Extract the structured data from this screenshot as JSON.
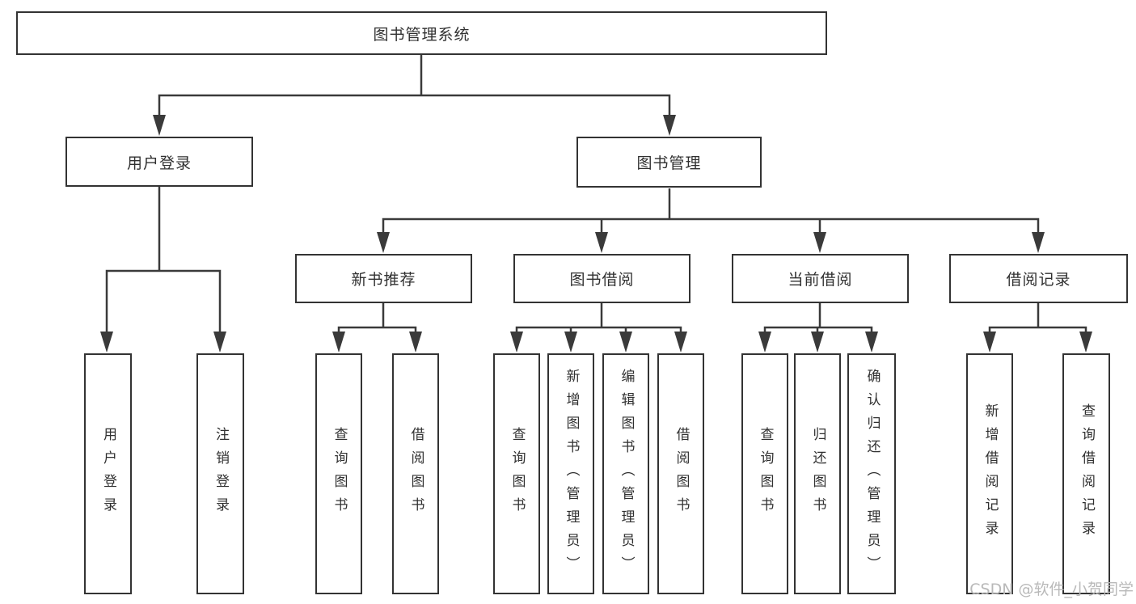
{
  "nodes": {
    "root": "图书管理系统",
    "l2": [
      "用户登录",
      "图书管理"
    ],
    "l3": [
      "新书推荐",
      "图书借阅",
      "当前借阅",
      "借阅记录"
    ],
    "l4_login": [
      "用户登录",
      "注销登录"
    ],
    "l4_newbook": [
      "查询图书",
      "借阅图书"
    ],
    "l4_borrow": [
      "查询图书",
      "新增图书（管理员）",
      "编辑图书（管理员）",
      "借阅图书"
    ],
    "l4_current": [
      "查询图书",
      "归还图书",
      "确认归还（管理员）"
    ],
    "l4_record": [
      "新增借阅记录",
      "查询借阅记录"
    ]
  },
  "watermark": "CSDN @软件_小贺同学",
  "colors": {
    "line": "#3a3a3a",
    "box_border": "#333333",
    "text": "#303030",
    "watermark": "#b9b9b9",
    "background": "#ffffff"
  }
}
